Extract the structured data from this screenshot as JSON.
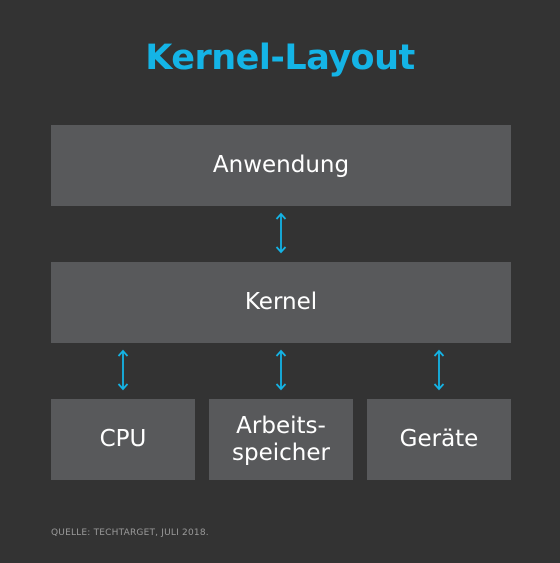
{
  "title": "Kernel-Layout",
  "colors": {
    "background": "#333333",
    "box": "#58595b",
    "box_text": "#ffffff",
    "accent": "#14b4e6",
    "source_text": "#9a9a9a"
  },
  "diagram": {
    "top": {
      "label": "Anwendung"
    },
    "middle": {
      "label": "Kernel"
    },
    "bottom": [
      {
        "label_line1": "CPU",
        "label_line2": ""
      },
      {
        "label_line1": "Arbeits-",
        "label_line2": "speicher"
      },
      {
        "label_line1": "Geräte",
        "label_line2": ""
      }
    ],
    "connectors": [
      "double-arrow-vertical-icon",
      "double-arrow-vertical-icon",
      "double-arrow-vertical-icon",
      "double-arrow-vertical-icon"
    ]
  },
  "source": "QUELLE: TECHTARGET, JULI 2018."
}
